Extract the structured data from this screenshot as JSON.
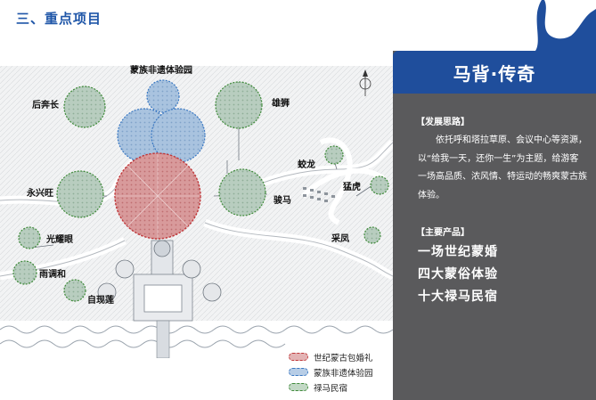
{
  "header": {
    "section_title": "三、重点项目"
  },
  "map": {
    "labels": {
      "top_center": "蒙族非遗体验园",
      "houbenchang": "后奔长",
      "xiongshi": "雄狮",
      "jiaolong": "蛟龙",
      "menghu": "猛虎",
      "yongxingwang": "永兴旺",
      "junma": "骏马",
      "guangyaoyan": "光耀眼",
      "caifeng": "采凤",
      "yudiaohe": "雨调和",
      "zixianlian": "自现莲"
    }
  },
  "legend": {
    "items": [
      {
        "label": "世纪蒙古包婚礼",
        "color": "#c0393b"
      },
      {
        "label": "蒙族非遗体验园",
        "color": "#3a78c2"
      },
      {
        "label": "禄马民宿",
        "color": "#3f8a3a"
      }
    ]
  },
  "panel": {
    "title": "马背·传奇",
    "idea_heading": "【发展思路】",
    "idea_body": "依托呼和塔拉草原、会议中心等资源，以“给我一天，还你一生”为主题，给游客一场高品质、浓风情、特运动的畅爽蒙古族体验。",
    "products_heading": "【主要产品】",
    "products": [
      "一场世纪蒙婚",
      "四大蒙俗体验",
      "十大禄马民宿"
    ]
  },
  "colors": {
    "accent_blue": "#1f56a8",
    "panel_gray": "#5a5a5c",
    "title_bar_blue": "#1f4e9c"
  }
}
